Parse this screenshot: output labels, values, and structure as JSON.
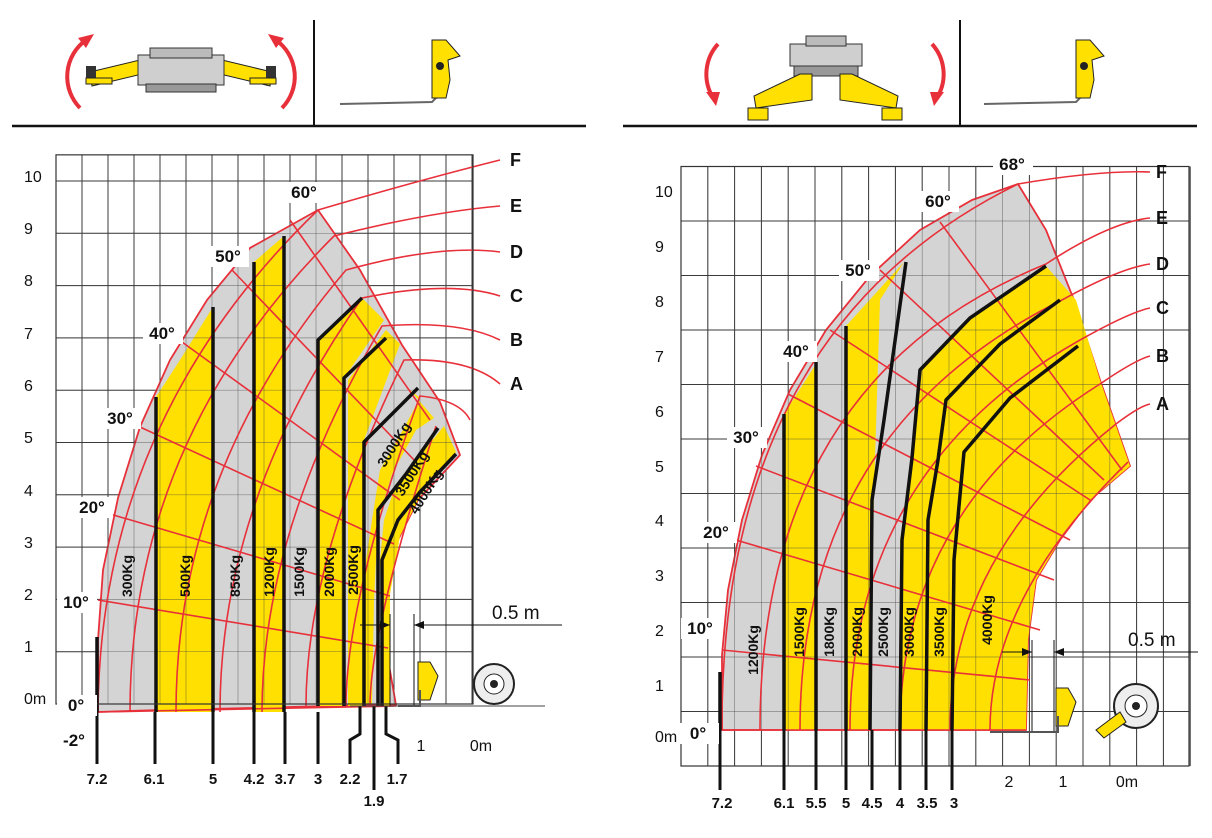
{
  "colors": {
    "yellow": "#FFE000",
    "grey": "#D4D4D4",
    "red": "#E8303A",
    "black": "#111111",
    "grid": "#333333"
  },
  "icons": [
    "rotate-left-arrow-icon",
    "rotate-right-arrow-icon",
    "chassis-stabilisers-raised-icon",
    "chassis-stabilisers-lowered-icon",
    "fork-carriage-icon",
    "wheel-icon"
  ],
  "left_chart": {
    "y_ticks": [
      "0m",
      "1",
      "2",
      "3",
      "4",
      "5",
      "6",
      "7",
      "8",
      "9",
      "10"
    ],
    "x_end_labels": [
      "1",
      "0m"
    ],
    "angles": [
      "-2°",
      "0°",
      "10°",
      "20°",
      "30°",
      "40°",
      "50°",
      "60°"
    ],
    "arcs": [
      "F",
      "E",
      "D",
      "C",
      "B",
      "A"
    ],
    "loads": [
      "300Kg",
      "500Kg",
      "850Kg",
      "1200Kg",
      "1500Kg",
      "2000Kg",
      "2500Kg",
      "3000Kg",
      "3500Kg",
      "4000Kg"
    ],
    "bottom_labels": [
      "7.2",
      "6.1",
      "5",
      "4.2",
      "3.7",
      "3",
      "2.2",
      "1.7",
      "1.9"
    ],
    "dimension": "0.5 m"
  },
  "right_chart": {
    "y_ticks": [
      "0m",
      "1",
      "2",
      "3",
      "4",
      "5",
      "6",
      "7",
      "8",
      "9",
      "10"
    ],
    "x_end_labels": [
      "2",
      "1",
      "0m"
    ],
    "angles": [
      "0°",
      "10°",
      "20°",
      "30°",
      "40°",
      "50°",
      "60°",
      "68°"
    ],
    "arcs": [
      "F",
      "E",
      "D",
      "C",
      "B",
      "A"
    ],
    "loads": [
      "1200Kg",
      "1500Kg",
      "1800Kg",
      "2000Kg",
      "2500Kg",
      "3000Kg",
      "3500Kg",
      "4000Kg"
    ],
    "bottom_labels": [
      "7.2",
      "6.1",
      "5.5",
      "5",
      "4.5",
      "4",
      "3.5",
      "3"
    ],
    "dimension": "0.5 m"
  }
}
